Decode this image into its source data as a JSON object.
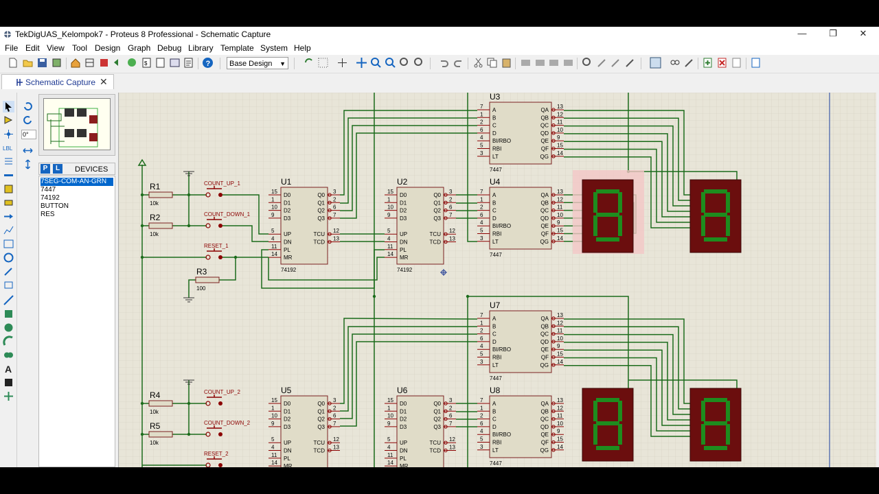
{
  "window": {
    "title": "TekDigUAS_Kelompok7 - Proteus 8 Professional - Schematic Capture",
    "minimize": "—",
    "maximize": "❐",
    "close": "✕"
  },
  "menu": [
    "File",
    "Edit",
    "View",
    "Tool",
    "Design",
    "Graph",
    "Debug",
    "Library",
    "Template",
    "System",
    "Help"
  ],
  "toolbar": {
    "variant_select": "Base Design"
  },
  "tab": {
    "label": "Schematic Capture",
    "close": "✕"
  },
  "rotation": {
    "angle": "0°"
  },
  "devices": {
    "p_button": "P",
    "l_button": "L",
    "title": "DEVICES",
    "items": [
      "7SEG-COM-AN-GRN",
      "7447",
      "74192",
      "BUTTON",
      "RES"
    ],
    "selected_index": 0
  },
  "schematic": {
    "resistors": [
      {
        "ref": "R1",
        "value": "10k"
      },
      {
        "ref": "R2",
        "value": "10k"
      },
      {
        "ref": "R3",
        "value": "100"
      },
      {
        "ref": "R4",
        "value": "10k"
      },
      {
        "ref": "R5",
        "value": "10k"
      }
    ],
    "buttons": [
      "COUNT_UP_1",
      "COUNT_DOWN_1",
      "RESET_1",
      "COUNT_UP_2",
      "COUNT_DOWN_2",
      "RESET_2"
    ],
    "counter": {
      "part": "74192",
      "refs": [
        "U1",
        "U2",
        "U5",
        "U6"
      ],
      "left_pins": [
        {
          "num": "15",
          "name": "D0"
        },
        {
          "num": "1",
          "name": "D1"
        },
        {
          "num": "10",
          "name": "D2"
        },
        {
          "num": "9",
          "name": "D3"
        },
        {
          "num": "5",
          "name": "UP"
        },
        {
          "num": "4",
          "name": "DN"
        },
        {
          "num": "11",
          "name": "PL"
        },
        {
          "num": "14",
          "name": "MR"
        }
      ],
      "right_pins": [
        {
          "num": "3",
          "name": "Q0"
        },
        {
          "num": "2",
          "name": "Q1"
        },
        {
          "num": "6",
          "name": "Q2"
        },
        {
          "num": "7",
          "name": "Q3"
        },
        {
          "num": "12",
          "name": "TCU"
        },
        {
          "num": "13",
          "name": "TCD"
        }
      ]
    },
    "decoder": {
      "part": "7447",
      "refs": [
        "U3",
        "U4",
        "U7",
        "U8"
      ],
      "left_pins": [
        {
          "num": "7",
          "name": "A"
        },
        {
          "num": "1",
          "name": "B"
        },
        {
          "num": "2",
          "name": "C"
        },
        {
          "num": "6",
          "name": "D"
        },
        {
          "num": "4",
          "name": "BI/RBO"
        },
        {
          "num": "5",
          "name": "RBI"
        },
        {
          "num": "3",
          "name": "LT"
        }
      ],
      "right_pins": [
        {
          "num": "13",
          "name": "QA"
        },
        {
          "num": "12",
          "name": "QB"
        },
        {
          "num": "11",
          "name": "QC"
        },
        {
          "num": "10",
          "name": "QD"
        },
        {
          "num": "9",
          "name": "QE"
        },
        {
          "num": "15",
          "name": "QF"
        },
        {
          "num": "14",
          "name": "QG"
        }
      ]
    },
    "display_glyph": "8",
    "colors": {
      "wire": "#1a6b1a",
      "component_fill": "#e0dcc8",
      "component_border": "#7a1f1f",
      "pin": "#8b0000",
      "display_bg": "#6b0e0e",
      "segment": "#1e8c1e",
      "canvas": "#e8e5d8"
    }
  }
}
